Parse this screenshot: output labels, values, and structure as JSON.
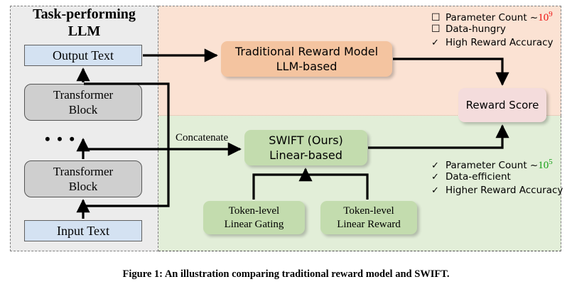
{
  "figure": {
    "caption": "Figure 1: An illustration comparing traditional reward model and SWIFT."
  },
  "regions": {
    "llm": {
      "title_line1": "Task-performing",
      "title_line2": "LLM",
      "background": "#ececec"
    },
    "traditional": {
      "background": "#fbe2d3"
    },
    "swift": {
      "background": "#e2eed8"
    }
  },
  "llm_stack": {
    "output_text": "Output Text",
    "input_text": "Input Text",
    "transformer_block_1_line1": "Transformer",
    "transformer_block_1_line2": "Block",
    "transformer_block_2_line1": "Transformer",
    "transformer_block_2_line2": "Block",
    "ellipsis": "• • •",
    "box_color": "#d4e2f2",
    "transformer_color": "#cfcfcf"
  },
  "traditional_model": {
    "line1": "Traditional Reward Model",
    "line2": "LLM-based",
    "color": "#f4c4a0"
  },
  "swift_model": {
    "line1": "SWIFT (Ours)",
    "line2": "Linear-based",
    "color": "#c3dcae"
  },
  "reward_score": {
    "label": "Reward Score",
    "color": "#f4dcdc"
  },
  "heads": {
    "gating_line1": "Token-level",
    "gating_line2": "Linear Gating",
    "reward_line1": "Token-level",
    "reward_line2": "Linear Reward",
    "color": "#c3dcae"
  },
  "labels": {
    "concatenate": "Concatenate"
  },
  "bullets_traditional": [
    {
      "mark": "☐",
      "mark_type": "empty-checkbox",
      "text": "Parameter Count ~ ",
      "value_base": "10",
      "value_exp": "9",
      "value_color": "#ee1111"
    },
    {
      "mark": "☐",
      "mark_type": "empty-checkbox",
      "text": "Data-hungry",
      "value_base": "",
      "value_exp": "",
      "value_color": ""
    },
    {
      "mark": "✓",
      "mark_type": "checkmark",
      "text": "High Reward Accuracy",
      "value_base": "",
      "value_exp": "",
      "value_color": ""
    }
  ],
  "bullets_swift": [
    {
      "mark": "✓",
      "mark_type": "checkmark",
      "text": "Parameter Count ~ ",
      "value_base": "10",
      "value_exp": "5",
      "value_color": "#17a017"
    },
    {
      "mark": "✓",
      "mark_type": "checkmark",
      "text": "Data-efficient",
      "value_base": "",
      "value_exp": "",
      "value_color": ""
    },
    {
      "mark": "✓",
      "mark_type": "checkmark",
      "text": "Higher Reward Accuracy",
      "value_base": "",
      "value_exp": "",
      "value_color": ""
    }
  ]
}
